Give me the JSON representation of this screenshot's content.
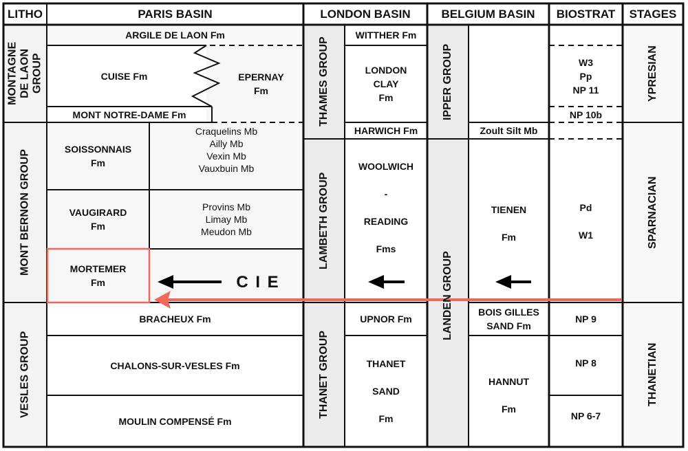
{
  "header": {
    "litho": "LITHO",
    "paris": "PARIS BASIN",
    "london": "LONDON BASIN",
    "belgium": "BELGIUM BASIN",
    "biostrat": "BIOSTRAT",
    "stages": "STAGES"
  },
  "litho": {
    "montagne": "MONTAGNE\nDE LAON\nGROUP",
    "mont_bernon": "MONT BERNON GROUP",
    "vesles": "VESLES GROUP"
  },
  "paris": {
    "argile": "ARGILE DE LAON Fm",
    "cuise": "CUISE Fm",
    "epernay": "EPERNAY\nFm",
    "mont_notre_dame": "MONT NOTRE-DAME Fm",
    "soissonnais": "SOISSONNAIS\nFm",
    "soissonnais_members": "Craquelins Mb\nAilly Mb\nVexin Mb\nVauxbuin Mb",
    "vaugirard": "VAUGIRARD\nFm",
    "vaugirard_members": "Provins Mb\nLimay Mb\nMeudon Mb",
    "mortemer": "MORTEMER\nFm",
    "cie": "C I E",
    "bracheux": "BRACHEUX Fm",
    "chalons": "CHALONS-SUR-VESLES Fm",
    "moulin": "MOULIN COMPENSÉ Fm"
  },
  "london": {
    "thames": "THAMES GROUP",
    "lambeth": "LAMBETH GROUP",
    "thanet_group": "THANET GROUP",
    "witther": "WITTHER Fm",
    "london_clay": "LONDON\nCLAY\nFm",
    "harwich": "HARWICH Fm",
    "woolwich": "WOOLWICH\n\n-\n\nREADING\n\nFms",
    "upnor": "UPNOR Fm",
    "thanet_sand": "THANET\n\nSAND\n\nFm"
  },
  "belgium": {
    "ipper": "IPPER GROUP",
    "landen": "LANDEN GROUP",
    "zoult": "Zoult Silt Mb",
    "tienen": "TIENEN\n\nFm",
    "bois_gilles": "BOIS GILLES\nSAND Fm",
    "hannut": "HANNUT\n\nFm"
  },
  "biostrat": {
    "w3": "W3\nPp\nNP 11",
    "np10b": "NP 10b",
    "pd": "Pd\n\nW1",
    "np9": "NP 9",
    "np8": "NP 8",
    "np67": "NP 6-7"
  },
  "stages": {
    "ypresian": "YPRESIAN",
    "sparnacian": "SPARNACIAN",
    "thanetian": "THANETIAN"
  },
  "colors": {
    "highlight": "#f0685a",
    "strip": "#ebebeb",
    "cell": "#f7f7f7"
  }
}
